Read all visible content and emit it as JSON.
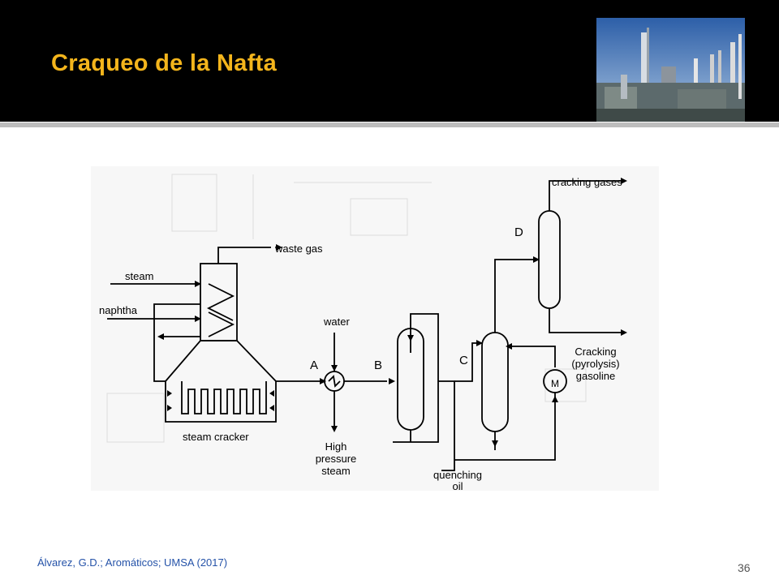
{
  "slide": {
    "title": "Craqueo de la Nafta",
    "citation": "Álvarez, G.D.; Aromáticos; UMSA (2017)",
    "page_number": "36",
    "accent_color": "#f4b51c",
    "header_color": "#000000",
    "photo_icon": "refinery-photo"
  },
  "diagram": {
    "labels": {
      "cracking_gases": "cracking gases",
      "waste_gas": "waste gas",
      "steam": "steam",
      "naphtha": "naphtha",
      "water": "water",
      "A": "A",
      "B": "B",
      "C": "C",
      "D": "D",
      "cracking_line1": "Cracking",
      "cracking_line2": "(pyrolysis)",
      "cracking_line3": "gasoline",
      "steam_cracker": "steam cracker",
      "hps_line1": "High",
      "hps_line2": "pressure",
      "hps_line3": "steam",
      "quench_line1": "quenching",
      "quench_line2": "oil"
    }
  }
}
